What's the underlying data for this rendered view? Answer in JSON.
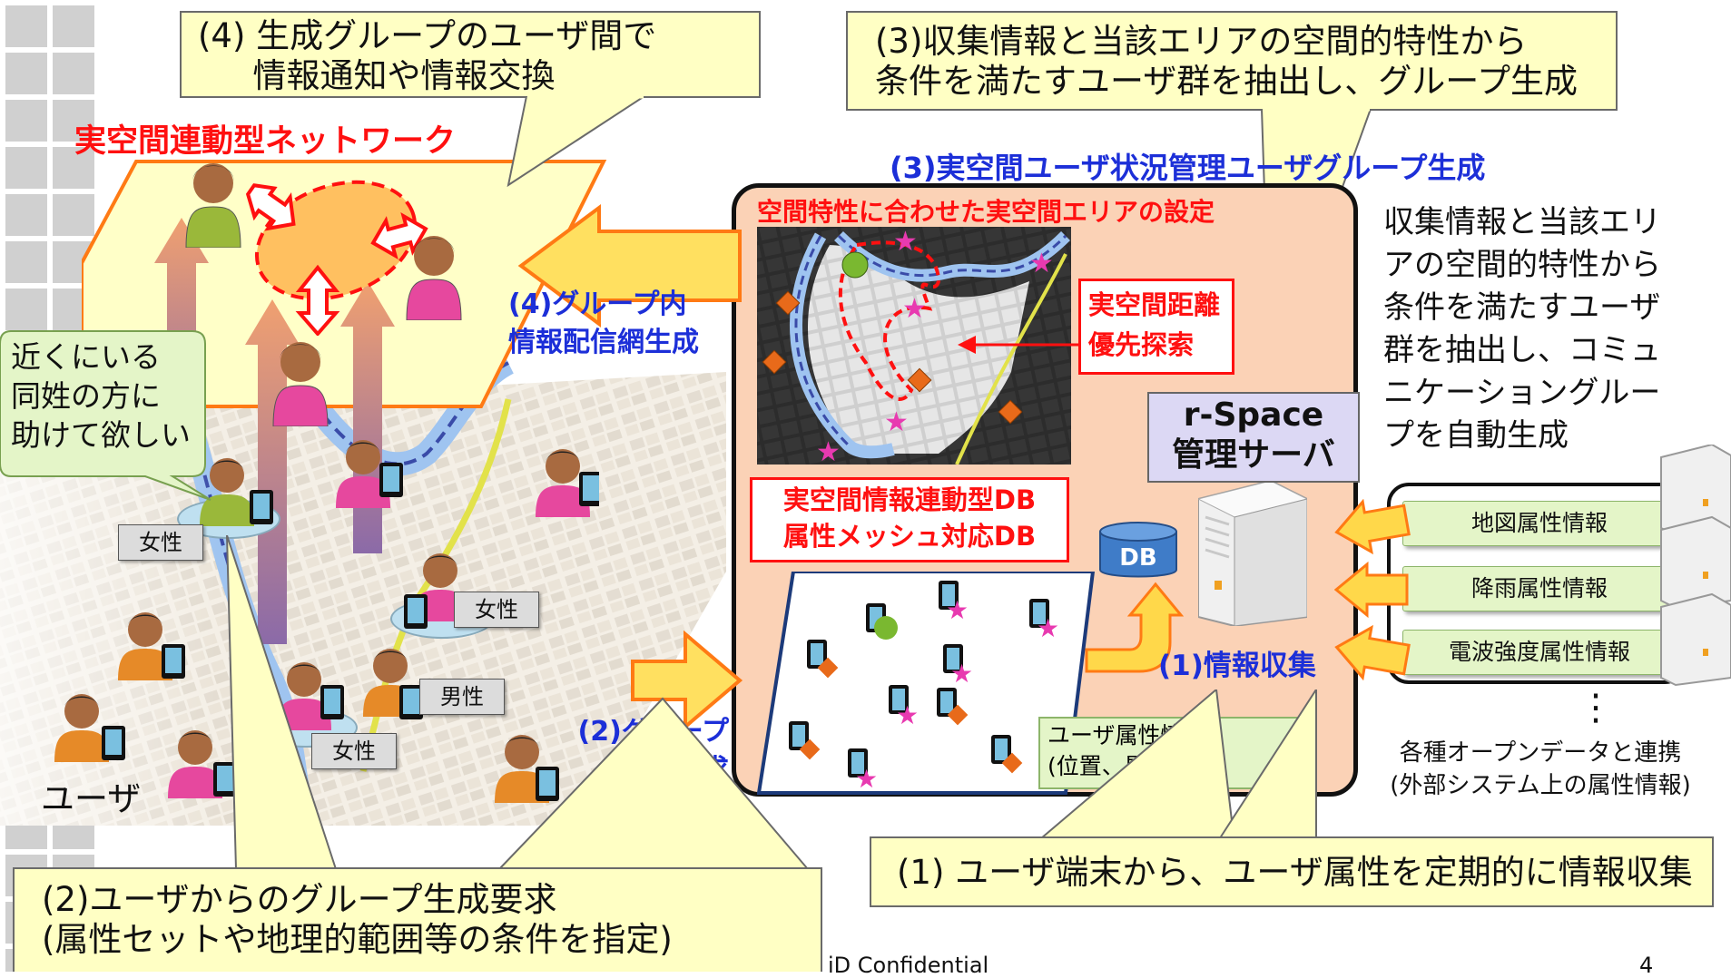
{
  "callouts": {
    "top_left": "(4) 生成グループのユーザ間で\n　  情報通知や情報交換",
    "top_right": "(3)収集情報と当該エリアの空間的特性から\n条件を満たすユーザ群を抽出し、グループ生成",
    "bottom_left": "(2)ユーザからのグループ生成要求\n(属性セットや地理的範囲等の条件を指定)",
    "bottom_right": "(1) ユーザ端末から、ユーザ属性を定期的に情報収集"
  },
  "labels": {
    "network_title": "実空間連動型ネットワーク",
    "area_setting": "空間特性に合わせた実空間エリアの設定",
    "group_gen_title": "(3)実空間ユーザ状況管理ユーザグループ生成",
    "group_dist": "(4)グループ内\n情報配信網生成",
    "group_request": "(2)グループ\n生成要求",
    "info_collect": "(1)情報収集",
    "distance_search": "実空間距離\n優先探索",
    "db_title": "実空間情報連動型DB\n属性メッシュ対応DB",
    "db_icon": "DB",
    "server": "r-Space\n管理サーバ",
    "user_attr": "ユーザ属性情報\n(位置、属人情報)",
    "speech": "近くにいる\n同姓の方に\n助けて欲しい",
    "user": "ユーザ",
    "side_desc": "収集情報と当該エリ\nアの空間的特性から\n条件を満たすユーザ\n群を抽出し、コミュ\nニケーショングルー\nプを自動生成",
    "open_data": "各種オープンデータと連携\n(外部システム上の属性情報)",
    "dots": "⋮",
    "footer_conf": "iD Confidential",
    "page_num": "4"
  },
  "gender_tags": [
    "女性",
    "女性",
    "男性",
    "女性"
  ],
  "external_sources": [
    "地図属性情報",
    "降雨属性情報",
    "電波強度属性情報"
  ],
  "colors": {
    "accent_red": "#ff1010",
    "accent_blue": "#1c2fd8",
    "callout_fill": "#ffffc4",
    "network_fill": "#ffffc8",
    "network_border": "#ff7a14",
    "server_panel": "#fbd2b6",
    "arrow_orange": "#ffe060"
  }
}
